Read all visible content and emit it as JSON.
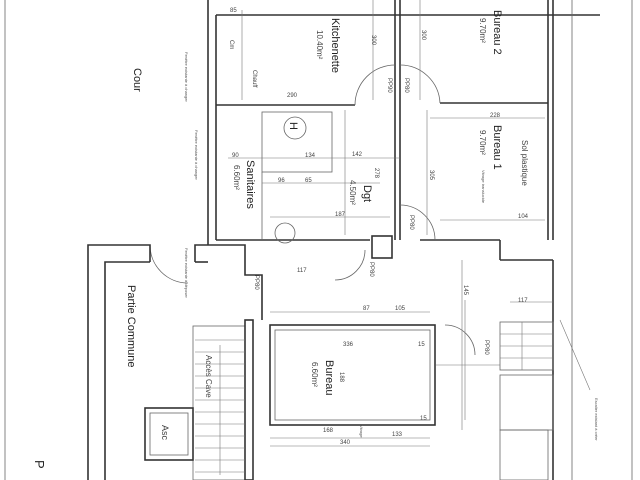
{
  "plan": {
    "rooms": [
      {
        "id": "cour",
        "name": "Cour",
        "area": ""
      },
      {
        "id": "kitchenette",
        "name": "Kitchenette",
        "area": "10.40m²"
      },
      {
        "id": "bureau2",
        "name": "Bureau 2",
        "area": "9.70m²"
      },
      {
        "id": "bureau1",
        "name": "Bureau 1",
        "area": "9.70m²"
      },
      {
        "id": "sanitaires",
        "name": "Sanitaires",
        "area": "6.60m²"
      },
      {
        "id": "dgt",
        "name": "Dgt",
        "area": "4.50m²"
      },
      {
        "id": "partie_commune",
        "name": "Partie Commune",
        "area": ""
      },
      {
        "id": "bureau",
        "name": "Bureau",
        "area": "6.60m²"
      }
    ],
    "floor_note": "Sol plastique",
    "stair_label": "Accès Cave",
    "lift_label": "Asc",
    "equipment": [
      "Cm",
      "Chauff",
      "H"
    ],
    "doors": [
      "PP90",
      "PP80",
      "PP80",
      "PP80",
      "PP80",
      "PP80"
    ],
    "dimensions": [
      "85",
      "300",
      "300",
      "305",
      "278",
      "228",
      "104",
      "142",
      "134",
      "187",
      "96",
      "65",
      "90",
      "290",
      "117",
      "336",
      "15",
      "133",
      "168",
      "145",
      "117",
      "87",
      "105",
      "340",
      "188",
      "15"
    ],
    "notes": [
      "Fenêtre existante à changer",
      "Fenêtre existante à changer",
      "Fenêtre existante à déposer",
      "Escalier existant à créer",
      "Vitrage translucide",
      "Vitrage"
    ],
    "corner_letter": "P"
  }
}
